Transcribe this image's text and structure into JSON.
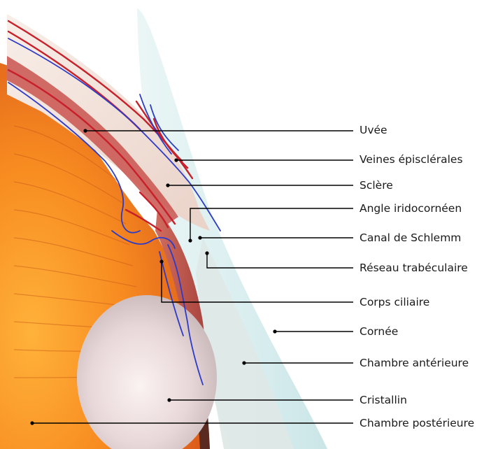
{
  "labels": {
    "uvee": "Uvée",
    "veines": "Veines épisclérales",
    "sclere": "Sclère",
    "angle": "Angle iridocornéen",
    "canal": "Canal de Schlemm",
    "reseau": "Réseau trabéculaire",
    "corps": "Corps ciliaire",
    "cornee": "Cornée",
    "chambre_ant": "Chambre antérieure",
    "cristallin": "Cristallin",
    "chambre_post": "Chambre postérieure"
  },
  "colors": {
    "iris_orange": "#f2841f",
    "sclera": "#f3e6df",
    "cornea": "#cfe9ec",
    "vessel_red": "#c8202a",
    "vessel_blue": "#2c3bc9",
    "lens": "#e7d5d6"
  }
}
